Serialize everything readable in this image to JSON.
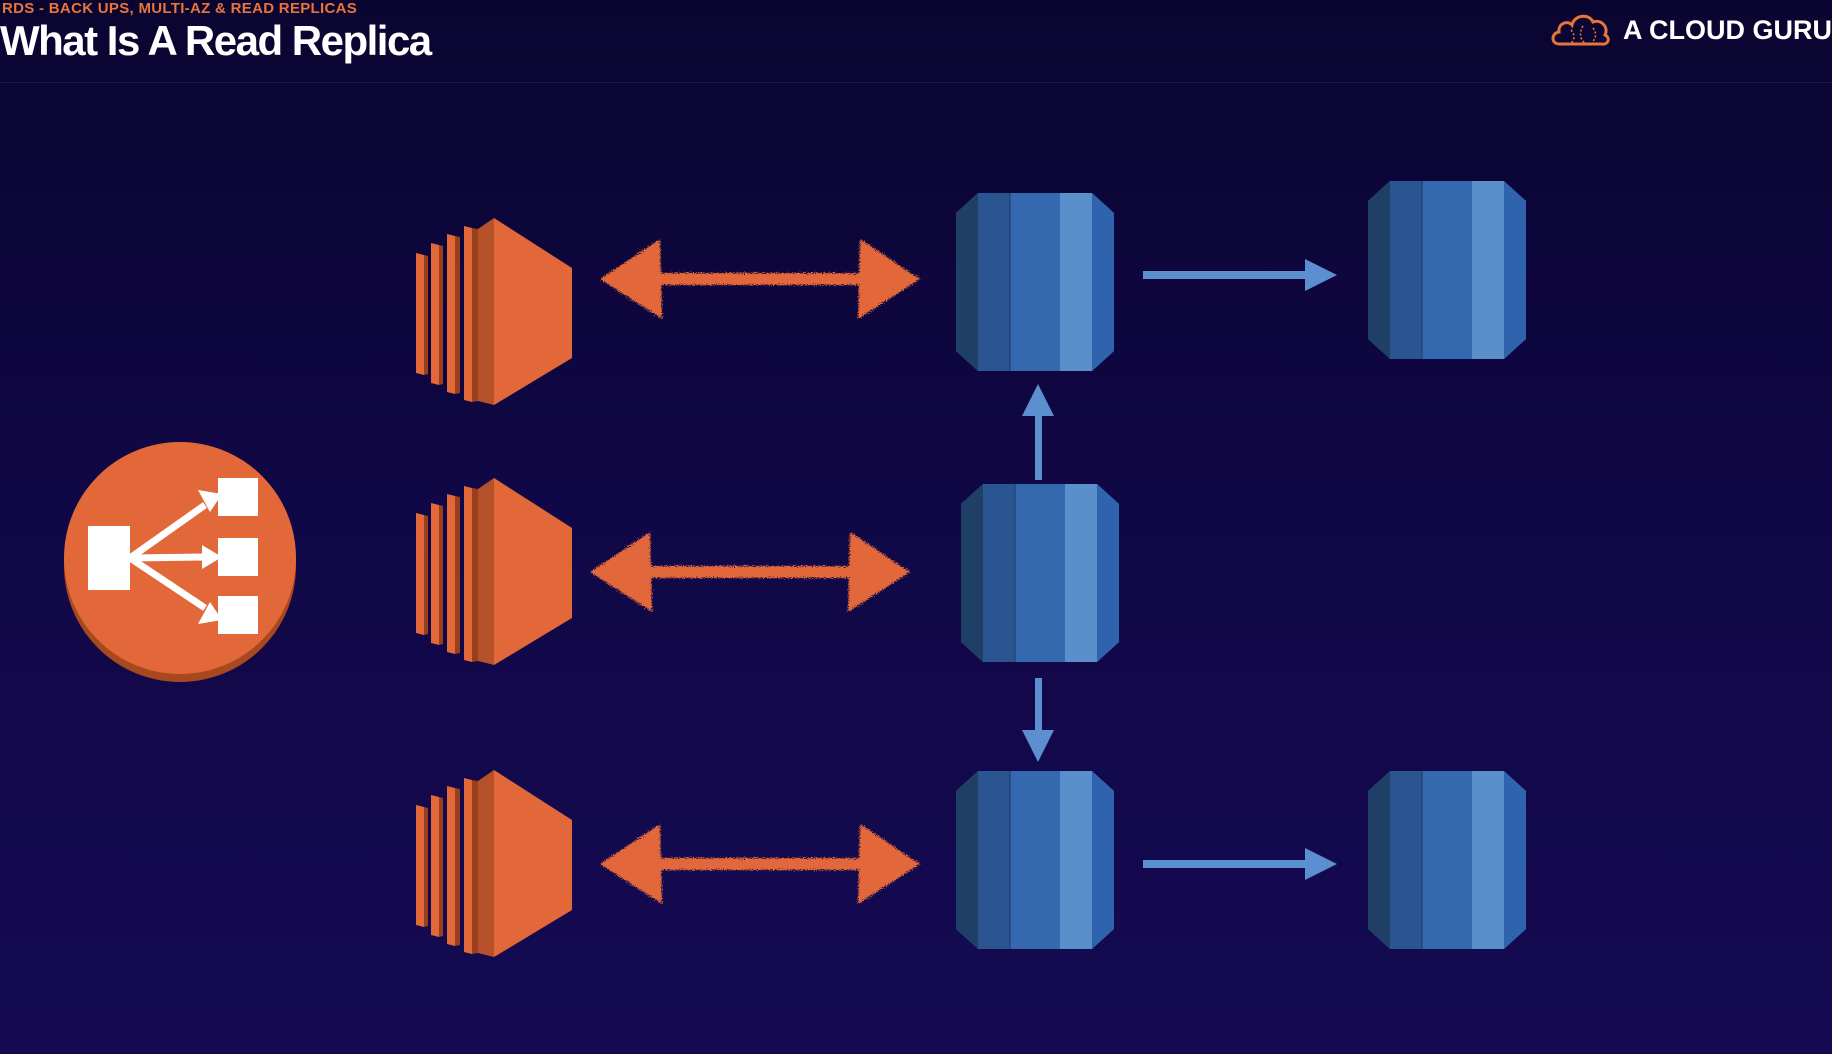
{
  "header": {
    "subtitle": "RDS - BACK UPS, MULTI-AZ & READ REPLICAS",
    "title": "What Is A Read Replica"
  },
  "logo": {
    "text": "A CLOUD GURU",
    "icon": "cloud-logo-icon"
  },
  "diagram": {
    "nodes": [
      {
        "id": "load-balancer",
        "kind": "elastic-load-balancer-icon"
      },
      {
        "id": "ec2-instance-1",
        "kind": "ec2-instance-icon"
      },
      {
        "id": "ec2-instance-2",
        "kind": "ec2-instance-icon"
      },
      {
        "id": "ec2-instance-3",
        "kind": "ec2-instance-icon"
      },
      {
        "id": "rds-read-replica-1",
        "kind": "rds-database-icon"
      },
      {
        "id": "rds-primary",
        "kind": "rds-database-icon"
      },
      {
        "id": "rds-read-replica-2",
        "kind": "rds-database-icon"
      },
      {
        "id": "rds-replica-of-replica-1",
        "kind": "rds-database-icon"
      },
      {
        "id": "rds-replica-of-replica-2",
        "kind": "rds-database-icon"
      }
    ],
    "edges": [
      {
        "from": "ec2-instance-1",
        "to": "rds-read-replica-1",
        "style": "bidirectional"
      },
      {
        "from": "ec2-instance-2",
        "to": "rds-primary",
        "style": "bidirectional"
      },
      {
        "from": "ec2-instance-3",
        "to": "rds-read-replica-2",
        "style": "bidirectional"
      },
      {
        "from": "rds-primary",
        "to": "rds-read-replica-1",
        "style": "one-way"
      },
      {
        "from": "rds-primary",
        "to": "rds-read-replica-2",
        "style": "one-way"
      },
      {
        "from": "rds-read-replica-1",
        "to": "rds-replica-of-replica-1",
        "style": "one-way"
      },
      {
        "from": "rds-read-replica-2",
        "to": "rds-replica-of-replica-2",
        "style": "one-way"
      }
    ]
  },
  "colors": {
    "accent_orange": "#e2683a",
    "db_blue": "#3a6fb5",
    "arrow_blue": "#5b8fd0",
    "background": "#100745"
  }
}
